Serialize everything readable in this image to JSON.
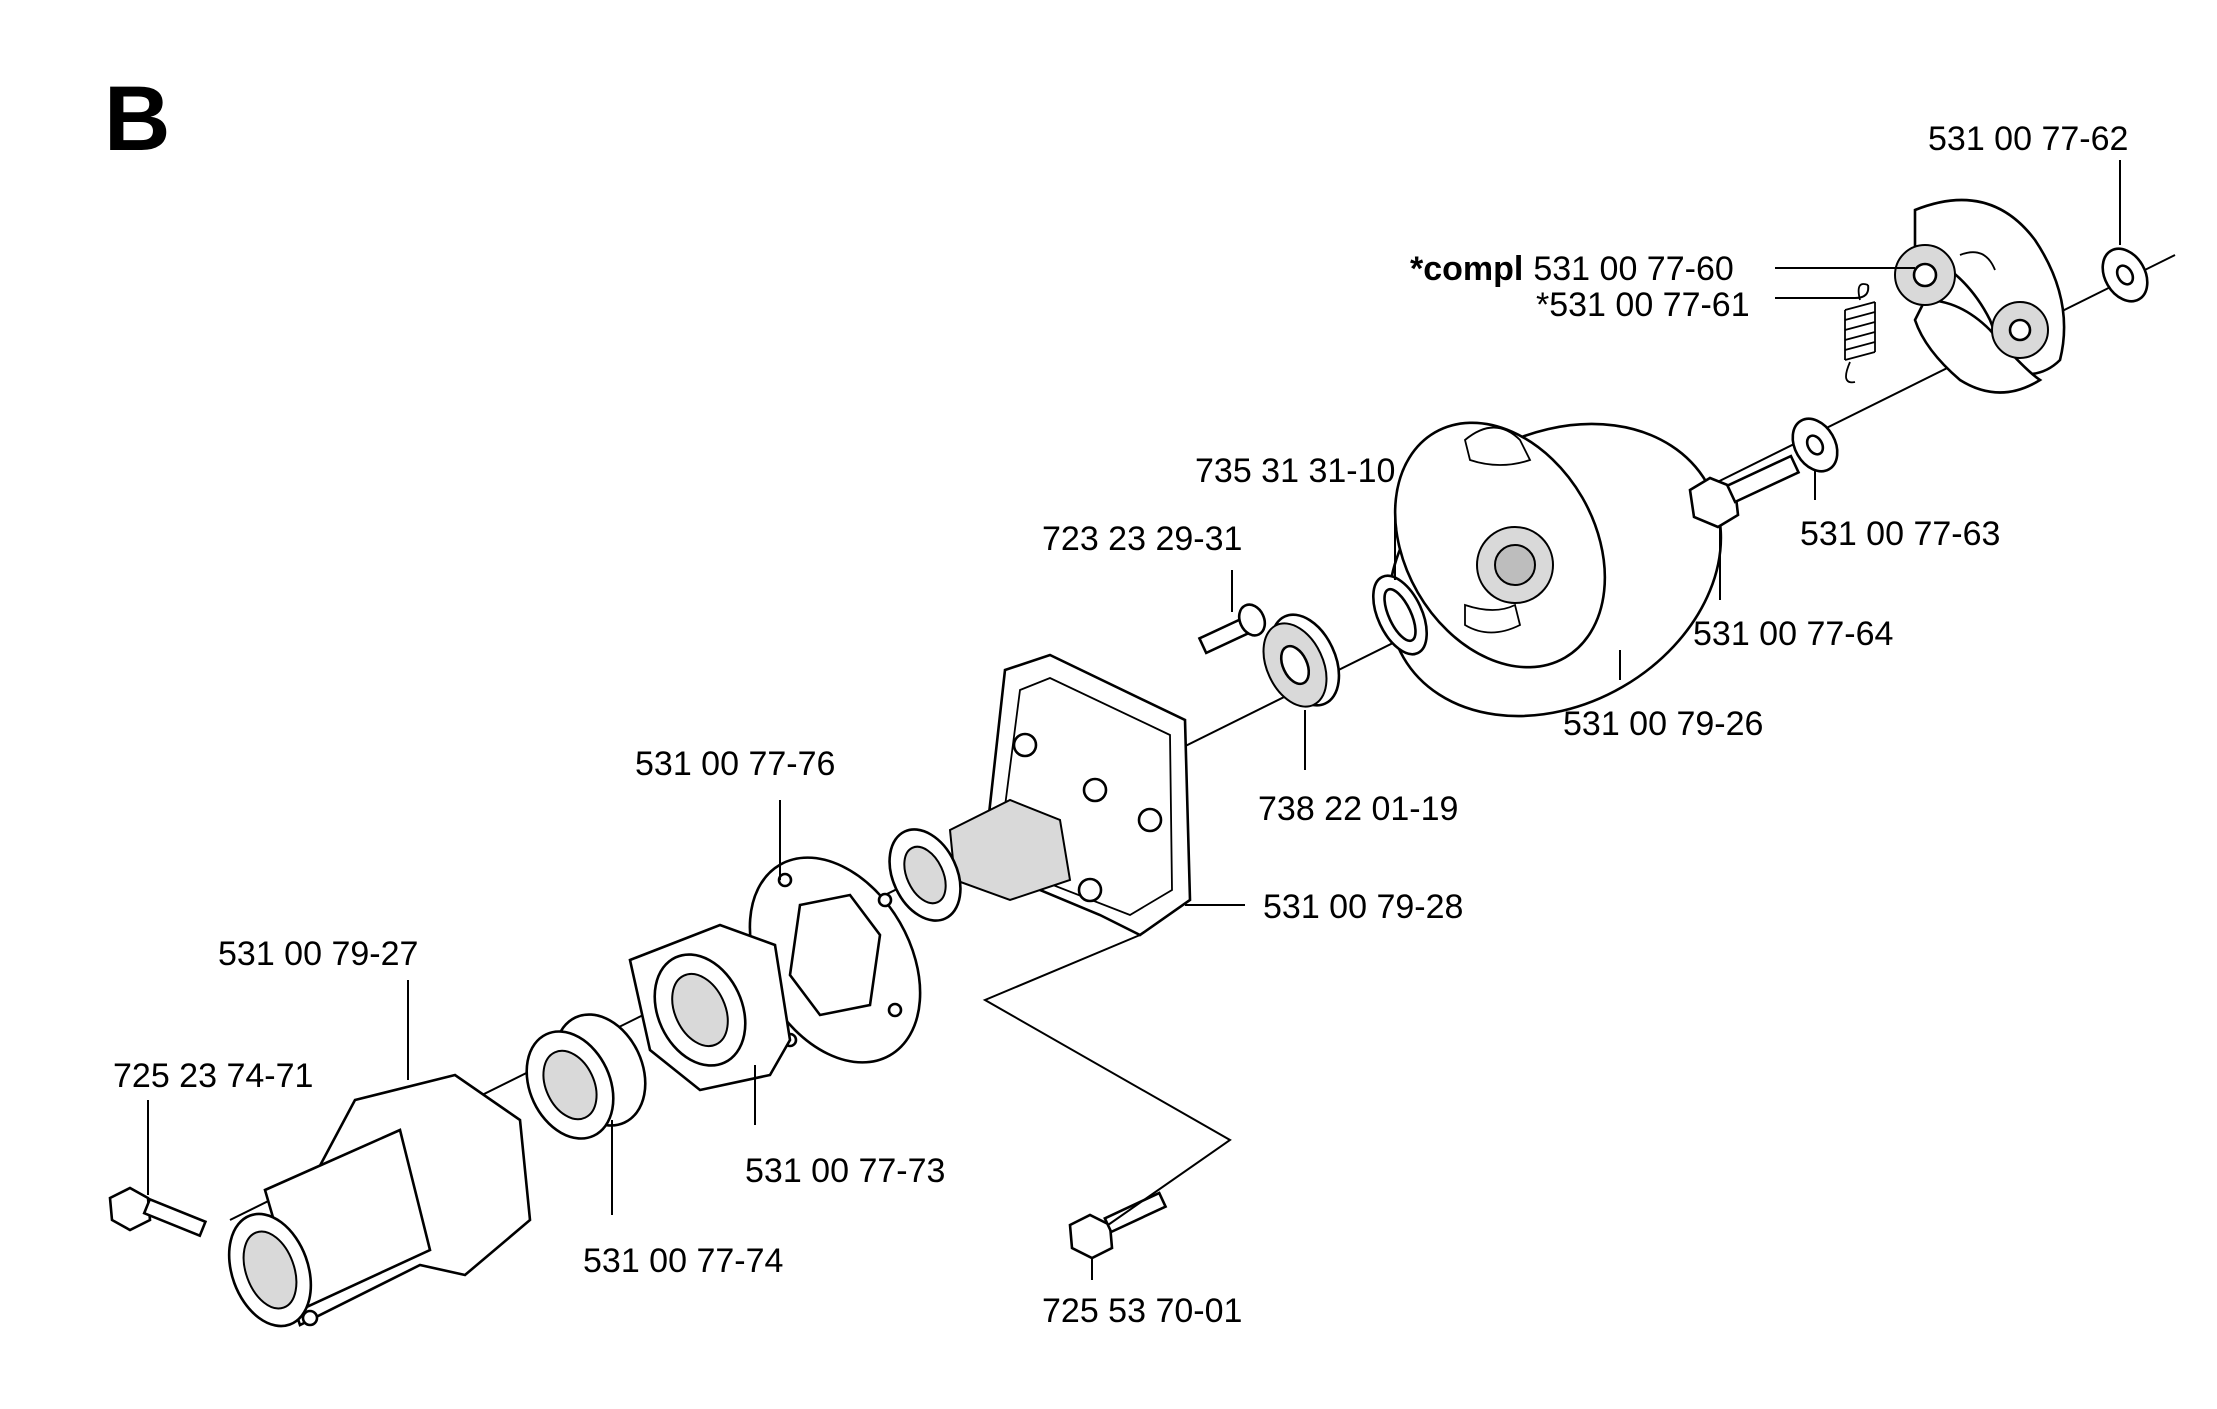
{
  "section": "B",
  "callouts": {
    "p_531_00_77_62": "531 00 77-62",
    "p_531_00_77_60_prefix": "*compl",
    "p_531_00_77_60": "531 00 77-60",
    "p_531_00_77_61": "*531 00 77-61",
    "p_735_31_31_10": "735 31 31-10",
    "p_723_23_29_31": "723 23 29-31",
    "p_531_00_77_63": "531 00 77-63",
    "p_531_00_77_64": "531 00 77-64",
    "p_531_00_79_26": "531 00 79-26",
    "p_738_22_01_19": "738 22 01-19",
    "p_531_00_77_76": "531 00 77-76",
    "p_531_00_79_28": "531 00 79-28",
    "p_531_00_79_27": "531 00 79-27",
    "p_725_23_74_71": "725 23 74-71",
    "p_531_00_77_73": "531 00 77-73",
    "p_531_00_77_74": "531 00 77-74",
    "p_725_53_70_01": "725 53 70-01"
  }
}
